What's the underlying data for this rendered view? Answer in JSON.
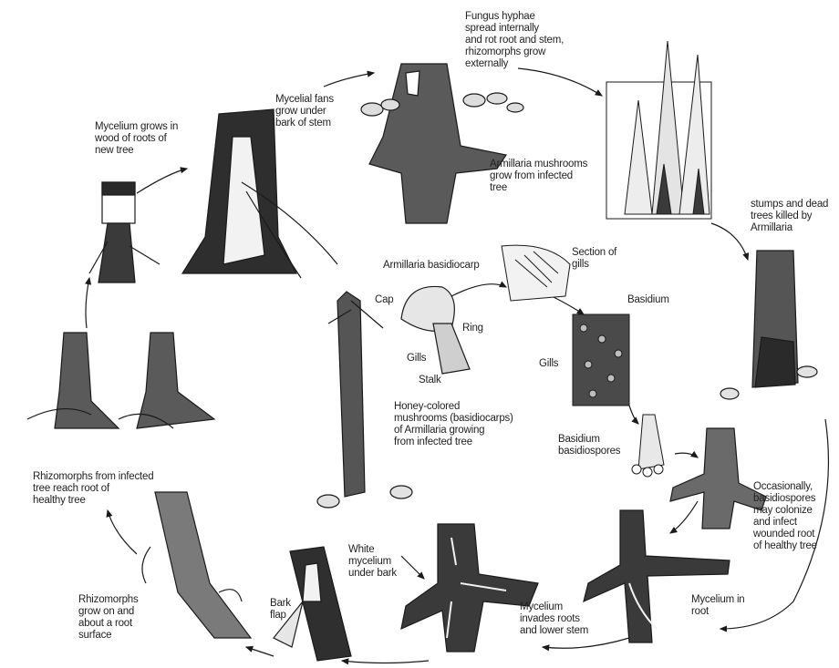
{
  "diagram": {
    "labels": {
      "fungus_hyphae": "Fungus hyphae\nspread internally\nand rot root and stem,\nrhizomorphs grow\nexternally",
      "mycelial_fans": "Mycelial fans\ngrow under\nbark of stem",
      "mycelium_grows": "Mycelium grows in\nwood of roots of\nnew tree",
      "armillaria_mushrooms": "Armillaria mushrooms\ngrow from infected\ntree",
      "stumps_dead": "stumps and dead\ntrees killed by\nArmillaria",
      "basidiocarp": "Armillaria basidiocarp",
      "section_gills": "Section of\ngills",
      "cap": "Cap",
      "ring": "Ring",
      "gills_left": "Gills",
      "stalk": "Stalk",
      "basidium": "Basidium",
      "gills_right": "Gills",
      "honey_colored": "Honey-colored\nmushrooms (basidiocarps)\nof Armillaria growing\nfrom infected tree",
      "basidium_spores": "Basidium\nbasidiospores",
      "occasionally": "Occasionally,\nbasidiospores\nmay colonize\nand infect\nwounded root\nof healthy tree",
      "rhizo_reach": "Rhizomorphs from infected\ntree reach root of\nhealthy tree",
      "white_mycelium": "White\nmycelium\nunder bark",
      "bark_flap": "Bark\nflap",
      "rhizo_grow": "Rhizomorphs\ngrow on and\nabout a root\nsurface",
      "mycelium_invades": "Mycelium\ninvades roots\nand lower stem",
      "mycelium_root": "Mycelium in\nroot"
    },
    "colors": {
      "ink": "#1a1a1a",
      "bark": "#3a3a3a",
      "wood": "#d9d9d9",
      "light": "#f2f2f2"
    }
  }
}
